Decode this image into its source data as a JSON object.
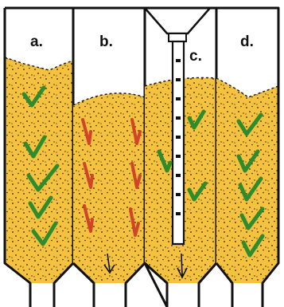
{
  "silos": [
    {
      "label": "a."
    },
    {
      "label": "b."
    },
    {
      "label": "c."
    },
    {
      "label": "d."
    }
  ],
  "flow_marks": {
    "a": [
      "green-check",
      "green-check",
      "green-check",
      "green-check",
      "green-check"
    ],
    "b": [
      "red-check",
      "red-check",
      "red-check",
      "red-check",
      "red-check",
      "red-check"
    ],
    "c": [
      "green-check",
      "green-check",
      "green-check"
    ],
    "d": [
      "green-check",
      "green-check",
      "green-check",
      "green-check",
      "green-check"
    ]
  },
  "colors": {
    "grain": "#F4C23E",
    "grain_shade": "#E9A521",
    "outline": "#111111",
    "good_flow": "#2E8B2E",
    "bad_flow": "#D0442A",
    "background": "#FFFFFF"
  }
}
